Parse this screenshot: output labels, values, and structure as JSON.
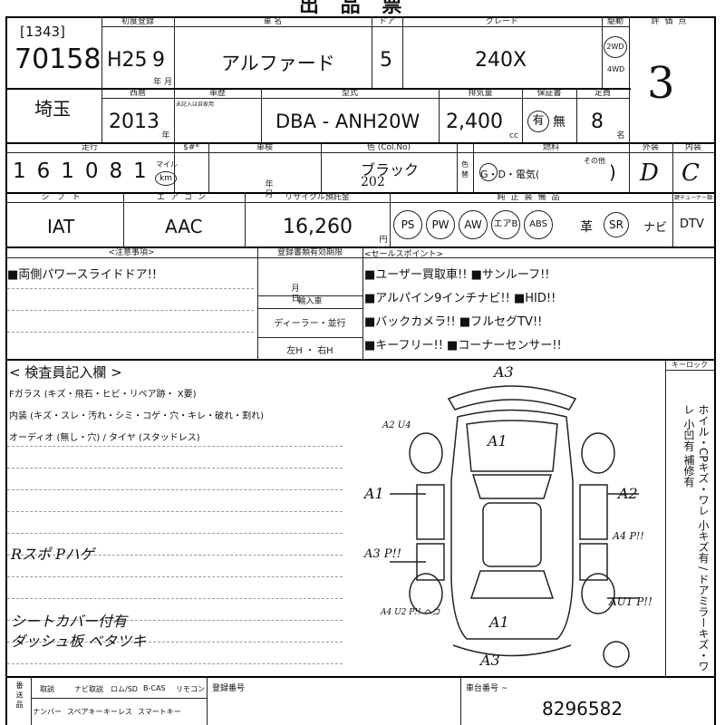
{
  "header": {
    "title_partial": "出 品 票"
  },
  "row1": {
    "lot_label": "[1343]",
    "lot_number": "70158",
    "first_reg_label": "初度登録",
    "first_reg_era": "H25",
    "first_reg_month": "9",
    "ym_label": "年 月",
    "car_name_label": "車 名",
    "car_name": "アルファード",
    "door_label": "ドア",
    "doors": "5",
    "grade_label": "グレード",
    "grade": "240X",
    "drive_label": "駆動",
    "drive_2wd": "2WD",
    "drive_4wd": "4WD",
    "score_label": "評価点",
    "score": "3"
  },
  "row2": {
    "region": "埼玉",
    "year_label": "西暦",
    "year": "2013",
    "year_unit": "年",
    "history_label": "車歴",
    "history_note": "未記入は自家用",
    "model_label": "型式",
    "model": "DBA - ANH20W",
    "disp_label": "排気量",
    "displacement": "2,400",
    "disp_unit": "cc",
    "warranty_label": "保証書",
    "warranty_yes": "有",
    "warranty_no": "無",
    "capacity_label": "定員",
    "capacity": "8",
    "capacity_unit": "名"
  },
  "row3": {
    "mileage_label": "走行",
    "mileage": "161081",
    "unit_mile": "マイル",
    "unit_km": "km",
    "exchange_label": "$#*",
    "inspection_label": "車検",
    "ym": "年 月",
    "color_label": "色 (Col.No)",
    "color": "ブラック",
    "color_no": "202",
    "recolor_label": "色 替",
    "fuel_label": "燃料",
    "fuel_options": "G・D・電気(",
    "fuel_other": "その他",
    "exterior_label": "外装",
    "exterior": "D",
    "interior_label": "内装",
    "interior": "C"
  },
  "row4": {
    "shift_label": "シフト",
    "shift": "IAT",
    "ac_label": "エアコン",
    "ac": "AAC",
    "recycle_label": "リサイクル預託金",
    "recycle": "16,260",
    "recycle_unit": "円",
    "equip_label": "純正装備品",
    "tuner_label": "鍵チューナー類",
    "equipment": [
      "PS",
      "PW",
      "AW",
      "エアB",
      "ABS"
    ],
    "leather": "革",
    "sr": "SR",
    "navi": "ナビ",
    "dtv": "DTV"
  },
  "notes": {
    "caution_label": "<注意事項>",
    "caution": "■両側パワースライドドア!!",
    "reg_docs_label": "登録書類有効期限",
    "reg_md": "月 日",
    "import_label": "輸入車",
    "dealer": "ディーラー・並行",
    "handle": "左H ・ 右H",
    "sales_label": "<セールスポイント>",
    "sales": [
      "■ユーザー買取車!!  ■サンルーフ!!",
      "■アルパイン9インチナビ!!  ■HID!!",
      "■バックカメラ!!  ■フルセグTV!!",
      "■キーフリー!!  ■コーナーセンサー!!"
    ]
  },
  "inspector": {
    "label": "< 検査員記入欄 >",
    "glass": "Fガラス (キズ・飛石・ヒビ・リペア跡・ X要)",
    "interior": "内装 (キズ・スレ・汚れ・シミ・コゲ・穴・キレ・破れ・割れ)",
    "audio": "オーディオ (無し・穴) / タイヤ (スタッドレス)",
    "hand1": "Rスポ Pハゲ",
    "hand2": "シートカバー付有",
    "hand3": "ダッシュ板 ベタツキ"
  },
  "diagram": {
    "keylock_label": "キーロック",
    "marks": [
      "A3",
      "A2 U4",
      "A1",
      "A1",
      "A2",
      "A4 P!!",
      "A3 P!!",
      "AU1 P!!",
      "A4 U2 P!! ヘコ",
      "A1",
      "A3"
    ],
    "side_text": "ホイル・CPキズ・ワレ 小キズ有 / ドアミラーキズ・ワレ 小凹有 補修有"
  },
  "footer": {
    "col1": "番 送 品",
    "items_top": [
      "取説",
      "ナビ取説",
      "ロム/SD",
      "B-CAS",
      "リモコン"
    ],
    "items_bottom": [
      "ナンバー",
      "スペアキー",
      "キーレス",
      "スマートキー"
    ],
    "reg_no_label": "登録番号",
    "chassis_label": "車台番号 ~",
    "chassis_no": "8296582"
  }
}
